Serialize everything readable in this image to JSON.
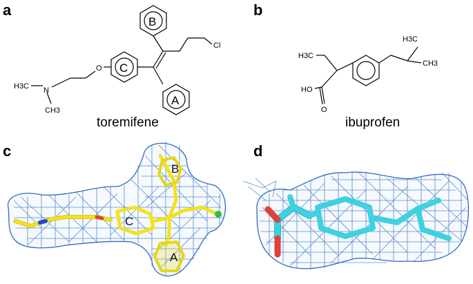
{
  "panels": {
    "a": {
      "label": "a",
      "name": "toremifene",
      "rings": [
        "A",
        "B",
        "C"
      ],
      "atoms": {
        "o": "O",
        "n": "N",
        "cl": "Cl",
        "ch3_top": "H3C",
        "ch3_bottom": "CH3"
      }
    },
    "b": {
      "label": "b",
      "name": "ibuprofen",
      "atoms": {
        "h3c_left": "H3C",
        "h3c_right": "H3C",
        "ch3_right": "CH3",
        "ho": "HO",
        "o": "O"
      }
    },
    "c": {
      "label": "c",
      "rings": [
        "A",
        "B",
        "C"
      ],
      "colors": {
        "ligand": "#f2e21e",
        "mesh": "#3a78c9",
        "oxygen": "#e0403a",
        "nitrogen": "#2e46d6",
        "chlorine": "#2fbf3c"
      }
    },
    "d": {
      "label": "d",
      "colors": {
        "ligand": "#3fd1df",
        "mesh": "#3a78c9",
        "oxygen": "#e0403a"
      }
    }
  }
}
